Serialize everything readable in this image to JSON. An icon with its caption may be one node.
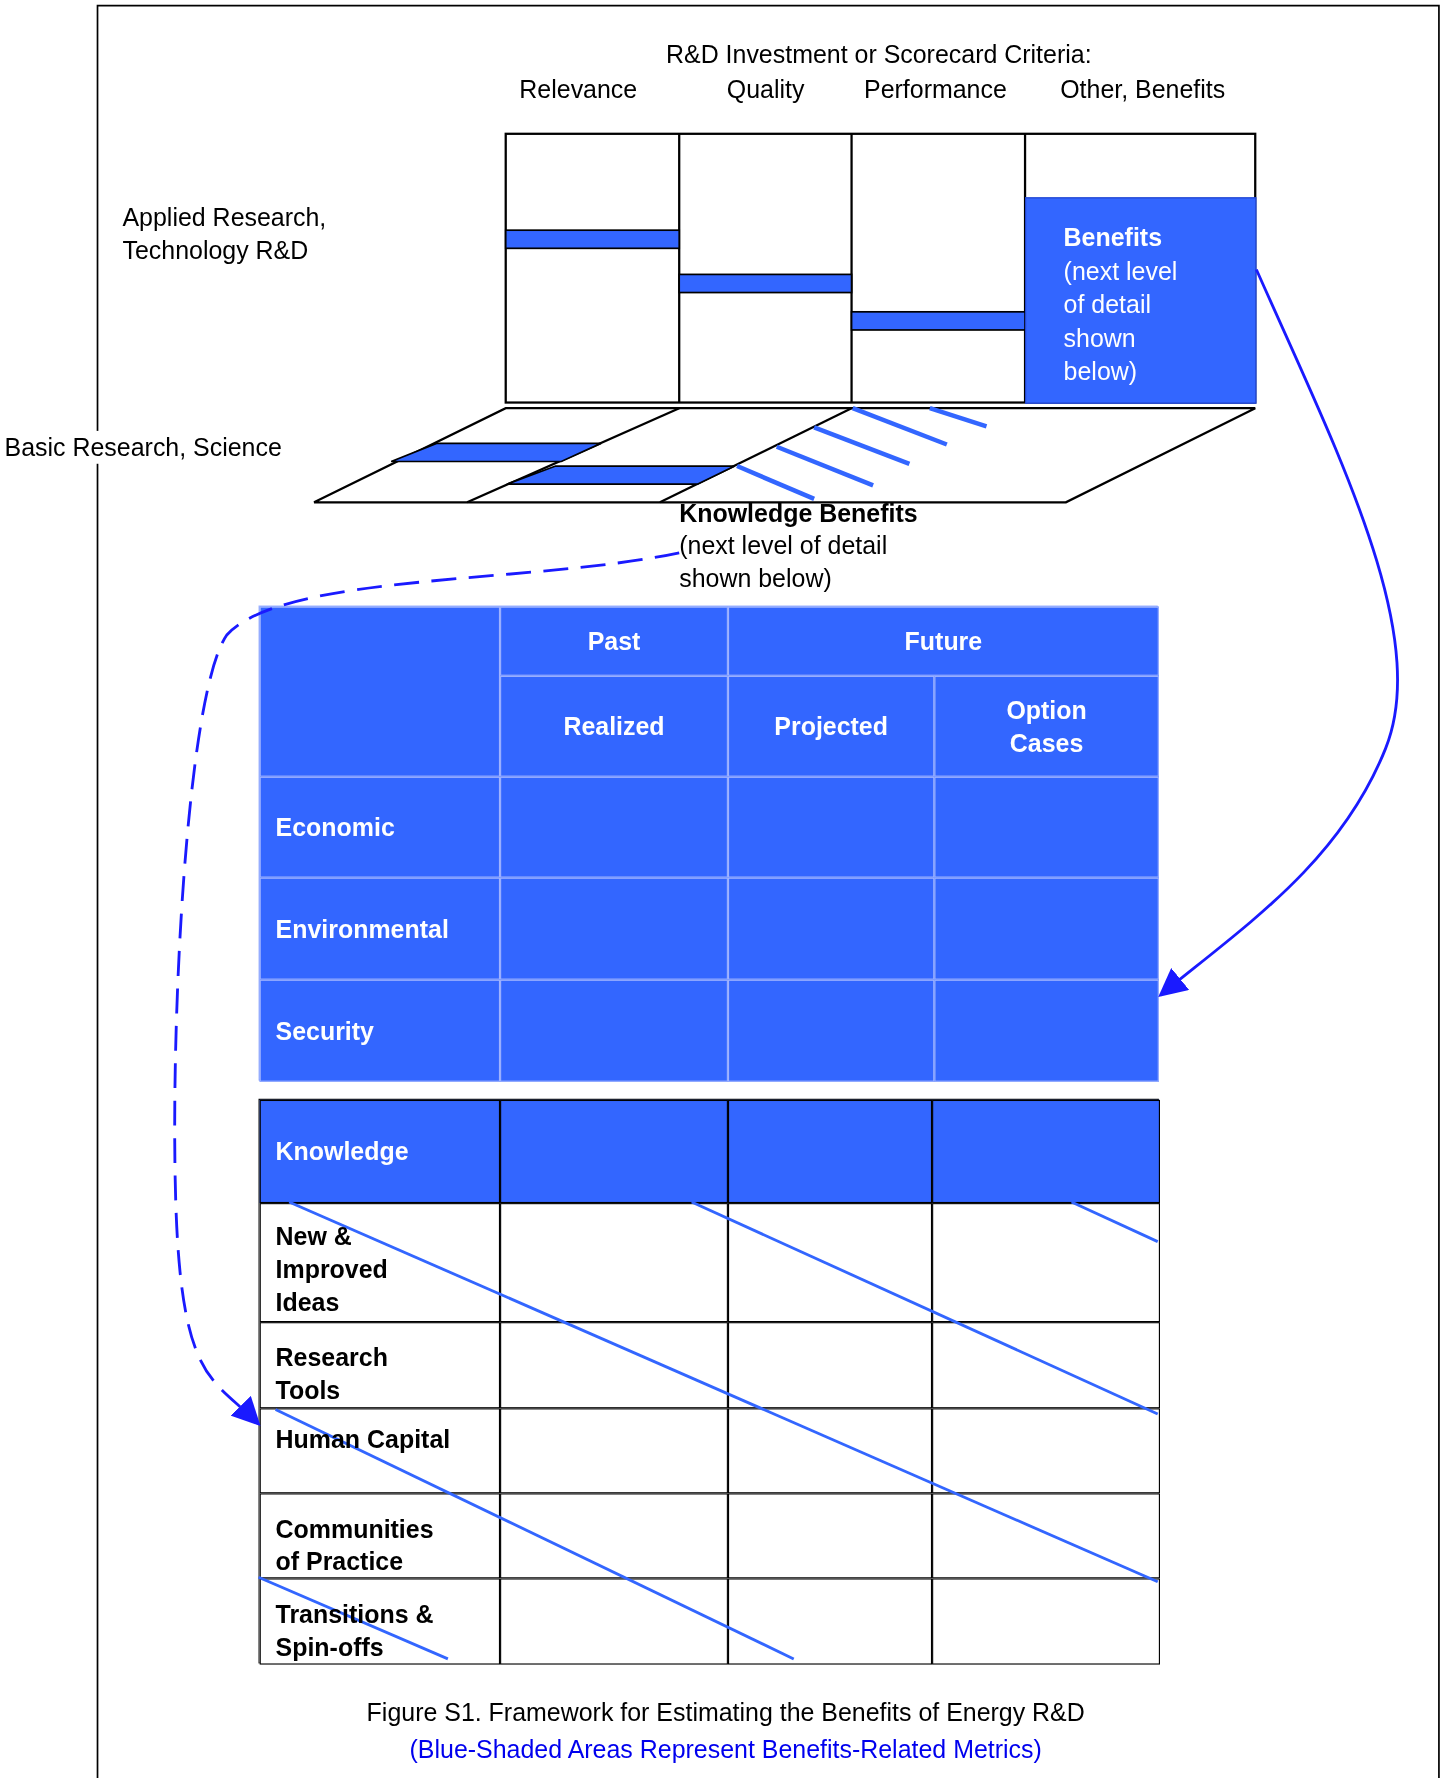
{
  "diagram": {
    "caption": "Figure S1. Framework for Estimating the Benefits of Energy R&D",
    "nodes": [
      {
        "text": [
          "Benefits",
          "(next level of detail shown below)"
        ]
      },
      {
        "text": [
          "Knowledge Benefits",
          "(next level of detail shown below)"
        ]
      },
      {
        "text": [],
        "shape": "box"
      },
      {
        "text": [],
        "shape": "box"
      }
    ],
    "edges": [
      {
        "from": 0,
        "to": 2,
        "arrow": "to"
      },
      {
        "from": 1,
        "to": 3,
        "arrow": "to",
        "style": "dashed"
      }
    ],
    "labels": [
      "R&D Investment or Scorecard Criteria:",
      "Relevance",
      "Quality",
      "Performance",
      "Other, Benefits",
      "Applied Research, Technology R&D",
      "Basic Research, Science",
      "Past",
      "Future",
      "Realized",
      "Projected",
      "Option Cases",
      "Economic",
      "Environmental",
      "Security",
      "Knowledge",
      "New & Improved Ideas",
      "Research Tools",
      "Human Capital",
      "Communities of Practice",
      "Transitions & Spin-offs",
      "(Blue-Shaded Areas Represent Benefits-Related Metrics)"
    ]
  }
}
